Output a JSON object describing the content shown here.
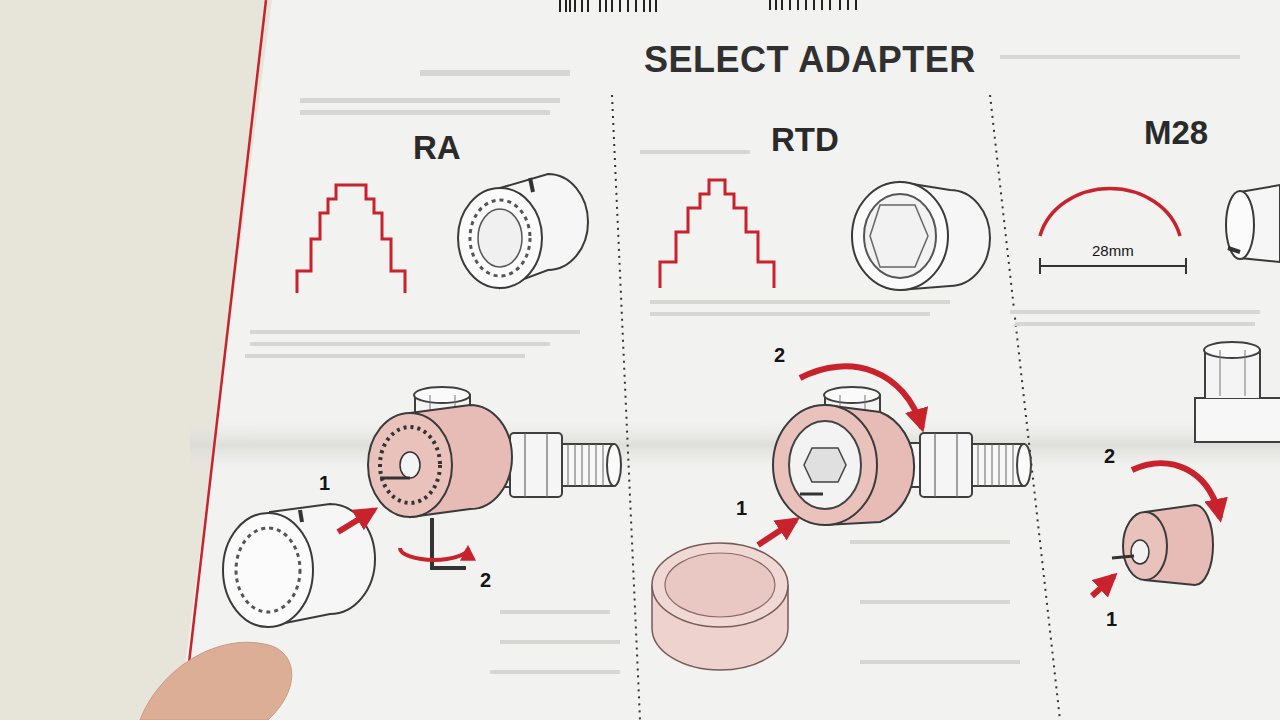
{
  "diagram": {
    "title": "SELECT ADAPTER",
    "nodes": [
      {
        "text": [
          "RA"
        ]
      },
      {
        "text": [
          "RTD"
        ]
      },
      {
        "text": [
          "M28"
        ]
      }
    ],
    "labels": [
      "28mm",
      "1",
      "2",
      "2",
      "1",
      "2",
      "1"
    ]
  }
}
